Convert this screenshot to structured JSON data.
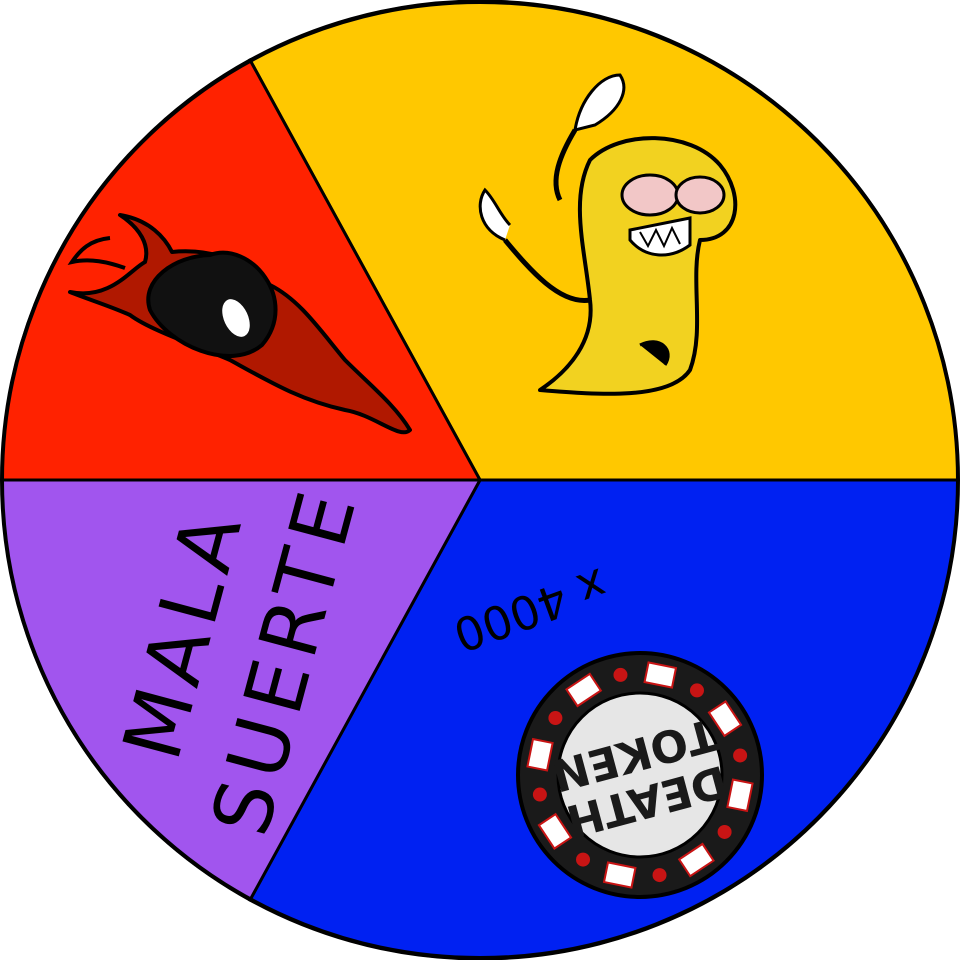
{
  "wheel": {
    "segments": [
      {
        "id": "yellow",
        "color": "#FFC800",
        "content": "laughing-creature-icon"
      },
      {
        "id": "blue",
        "color": "#0021F2",
        "content": "death-token-prize",
        "multiplier_text": "x 4000",
        "token_line1": "DEATH",
        "token_line2": "TOKEN"
      },
      {
        "id": "purple",
        "color": "#A155EE",
        "content": "mala-suerte-text",
        "line1": "MALA",
        "line2": "SUERTE"
      },
      {
        "id": "red",
        "color": "#FF2200",
        "content": "devil-eye-icon"
      }
    ],
    "outline_color": "#000000"
  },
  "colors": {
    "devil_body": "#B01800",
    "creature_body": "#F2D220",
    "token_rim": "#1a1a1a",
    "token_face": "#E6E6E6",
    "token_accent": "#C81414"
  }
}
